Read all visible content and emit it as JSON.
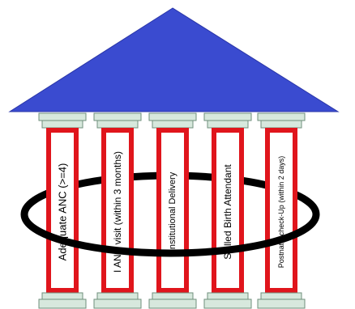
{
  "diagram": {
    "colors": {
      "roof": "#3a4bd0",
      "roof_edge": "#2a36a8",
      "pillar_border": "#e0151c",
      "pillar_fill": "#ffffff",
      "capital_fill": "#d7e8dd",
      "capital_edge": "#6f8f7c",
      "ring": "#000000"
    },
    "pillars": [
      {
        "label": "Adequate ANC (>=4)"
      },
      {
        "label": "I ANC visit (within 3 months)"
      },
      {
        "label": "Institutional Delivery"
      },
      {
        "label": "Skilled Birth Attendant"
      },
      {
        "label": "Postnatal check-Up (within 2 days)"
      }
    ]
  }
}
